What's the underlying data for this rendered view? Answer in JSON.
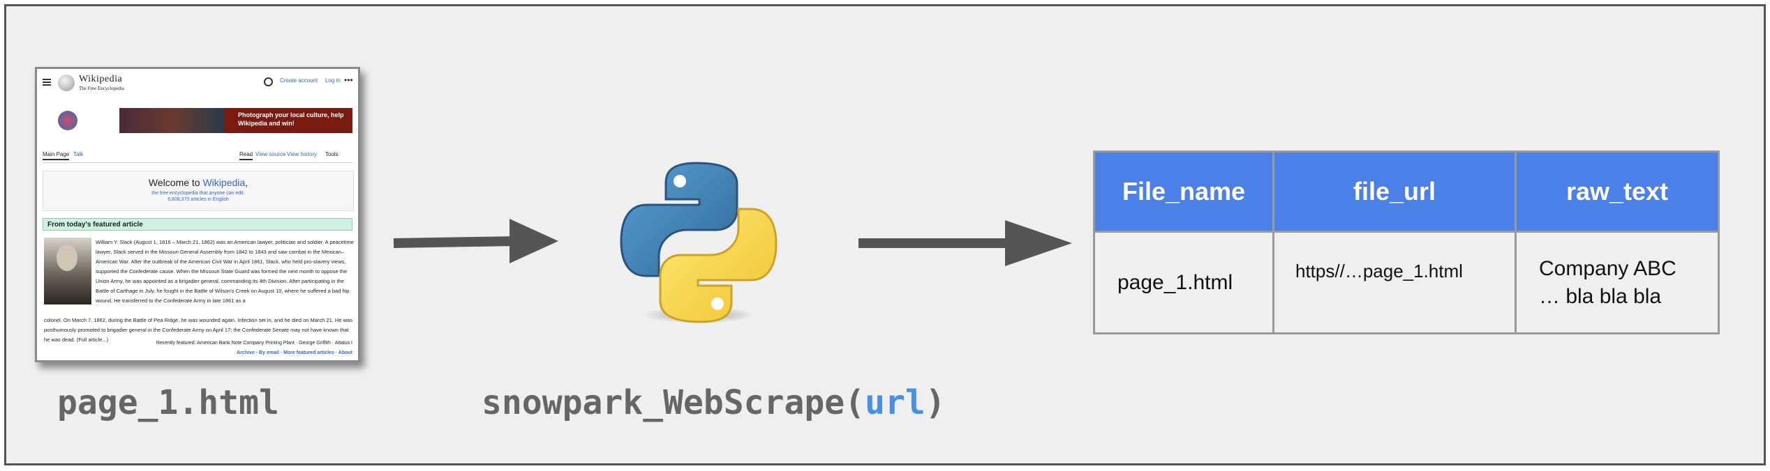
{
  "thumbnail": {
    "site_title": "Wikipedia",
    "site_subtitle": "The Free Encyclopedia",
    "create_account": "Create account",
    "log_in": "Log in",
    "banner_text": "Photograph your local culture, help Wikipedia and win!",
    "tab_main": "Main Page",
    "tab_talk": "Talk",
    "tab_read": "Read",
    "tab_view_source": "View source",
    "tab_view_history": "View history",
    "tab_tools": "Tools",
    "welcome_prefix": "Welcome to ",
    "welcome_link": "Wikipedia",
    "welcome_suffix": ",",
    "welcome_line2": "the free encyclopedia that anyone can edit.",
    "welcome_line3": "6,808,370 articles in English",
    "featured_heading": "From today's featured article",
    "featured_text": "William Y. Slack (August 1, 1816 – March 21, 1862) was an American lawyer, politician and soldier. A peacetime lawyer, Slack served in the Missouri General Assembly from 1842 to 1843 and saw combat in the Mexican–American War. After the outbreak of the American Civil War in April 1861, Slack, who held pro-slavery views, supported the Confederate cause. When the Missouri State Guard was formed the next month to oppose the Union Army, he was appointed as a brigadier general, commanding its 4th Division. After participating in the Battle of Carthage in July, he fought in the Battle of Wilson's Creek on August 10, where he suffered a bad hip wound. He transferred to the Confederate Army in late 1861 as a",
    "featured_text2": "colonel. On March 7, 1862, during the Battle of Pea Ridge, he was wounded again. Infection set in, and he died on March 21. He was posthumously promoted to brigadier general in the Confederate Army on April 17; the Confederate Senate may not have known that he was dead. (Full article...)",
    "recently_featured": "Recently featured: American Bank Note Company Printing Plant · George Griffith · Attalus I",
    "archive_links": "Archive · By email · More featured articles · About"
  },
  "labels": {
    "file_caption": "page_1.html",
    "function_name": "snowpark_WebScrape(",
    "function_arg": "url",
    "function_close": ")"
  },
  "table": {
    "headers": [
      "File_name",
      "file_url",
      "raw_text"
    ],
    "row": {
      "file_name": "page_1.html",
      "file_url": "https//…page_1.html",
      "raw_text_line1": "Company ABC",
      "raw_text_line2": "… bla bla bla"
    }
  },
  "colors": {
    "header_blue": "#4a80e8",
    "arg_blue": "#4a90e2",
    "arrow_gray": "#555555",
    "python_blue": "#3b6f9e",
    "python_yellow": "#f2cf3c"
  }
}
